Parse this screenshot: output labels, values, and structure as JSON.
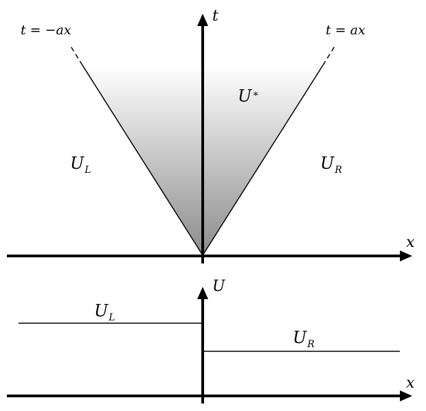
{
  "top_diagram": {
    "axis_x_label": "x",
    "axis_t_label": "t",
    "left_char_label": "t = −ax",
    "right_char_label": "t = ax",
    "star_state": {
      "base": "U",
      "sub": "∗"
    },
    "left_state": {
      "base": "U",
      "sub": "L"
    },
    "right_state": {
      "base": "U",
      "sub": "R"
    },
    "fan_gradient": {
      "top": "#ffffff",
      "bottom": "#8c8c8c"
    }
  },
  "bottom_plot": {
    "axis_x_label": "x",
    "axis_u_label": "U",
    "left_state": {
      "base": "U",
      "sub": "L"
    },
    "right_state": {
      "base": "U",
      "sub": "R"
    }
  },
  "colors": {
    "ink": "#000000",
    "background": "#ffffff"
  }
}
